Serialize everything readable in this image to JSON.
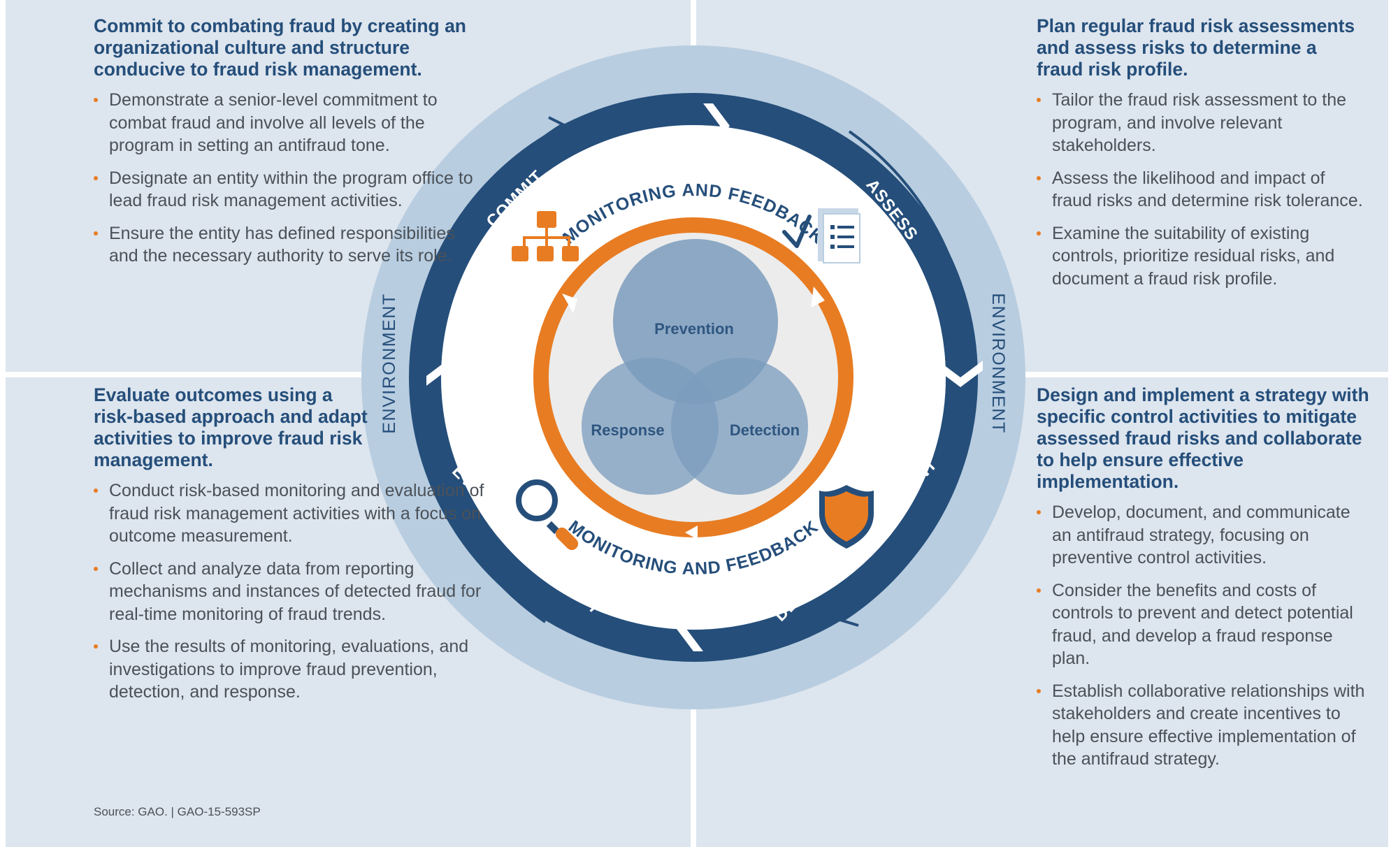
{
  "quadrants": {
    "commit": {
      "heading": "Commit to combating fraud by creating an organizational culture and structure conducive to fraud risk management.",
      "bullets": [
        "Demonstrate a senior-level commitment to combat fraud and involve all levels of the program in setting an antifraud tone.",
        "Designate an entity within the program office to lead fraud risk management activities.",
        "Ensure the entity has defined responsibilities and the necessary authority to serve its role."
      ]
    },
    "assess": {
      "heading": "Plan regular fraud risk assessments and assess risks to determine a fraud risk profile.",
      "bullets": [
        "Tailor the fraud risk assessment to the program, and involve relevant stakeholders.",
        "Assess the likelihood and impact of fraud risks and determine risk tolerance.",
        "Examine the suitability of existing controls, prioritize residual risks, and document a fraud risk profile."
      ]
    },
    "evaluate": {
      "heading": "Evaluate outcomes using a risk-based approach and adapt activities to improve fraud risk management.",
      "bullets": [
        "Conduct risk-based monitoring and evaluation of fraud risk management activities with a focus on outcome measurement.",
        "Collect and analyze data from reporting mechanisms and instances of detected fraud for real-time monitoring of fraud trends.",
        "Use the results of monitoring, evaluations, and investigations to improve fraud prevention, detection, and response."
      ]
    },
    "design": {
      "heading": "Design and implement a strategy with specific control activities to mitigate assessed fraud risks and collaborate to help ensure effective implementation.",
      "bullets": [
        "Develop, document, and communicate an antifraud strategy, focusing on preventive control activities.",
        "Consider the benefits and costs of controls to prevent and detect potential fraud, and develop a fraud response plan.",
        "Establish collaborative relationships with stakeholders and create incentives to help ensure effective implementation of the antifraud strategy."
      ]
    }
  },
  "cycle": {
    "monitoring_top": "MONITORING AND FEEDBACK",
    "monitoring_bottom": "MONITORING AND FEEDBACK",
    "environment_left": "ENVIRONMENT",
    "environment_right": "ENVIRONMENT",
    "commit": "COMMIT",
    "assess": "ASSESS",
    "design": "DESIGN AND IMPLEMENT",
    "evaluate": "EVALUATE AND ADAPT"
  },
  "venn": {
    "prevention": "Prevention",
    "response": "Response",
    "detection": "Detection"
  },
  "icons": {
    "commit": "org-chart-icon",
    "assess": "checklist-icon",
    "design": "shield-icon",
    "evaluate": "magnifier-icon"
  },
  "colors": {
    "background": "#dde5ee",
    "outer_ring": "#b8cde0",
    "dark_ring": "#254e7a",
    "orange": "#e87c22",
    "heading": "#254e7a"
  },
  "source": "Source: GAO.  |  GAO-15-593SP"
}
